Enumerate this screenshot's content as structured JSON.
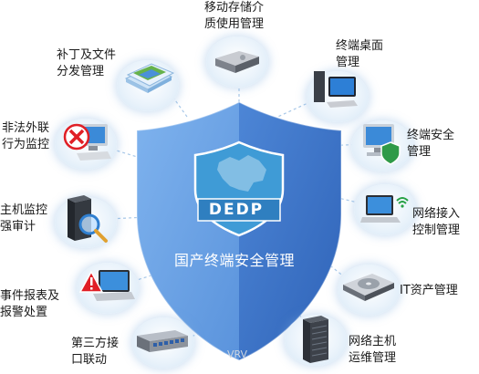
{
  "diagram": {
    "center": {
      "logo_text": "DEDP",
      "title": "国产终端安全管理",
      "watermark": "VRV"
    },
    "nodes": [
      {
        "id": "mobile-storage",
        "icon": "hard-drive-icon",
        "lines": [
          "移动存储介",
          "质使用管理"
        ]
      },
      {
        "id": "terminal-desktop",
        "icon": "desktop-computer-icon",
        "lines": [
          "终端桌面",
          "管理"
        ]
      },
      {
        "id": "terminal-security",
        "icon": "secure-computer-icon",
        "lines": [
          "终端安全",
          "管理"
        ]
      },
      {
        "id": "network-access",
        "icon": "wifi-laptop-icon",
        "lines": [
          "网络接入",
          "控制管理"
        ]
      },
      {
        "id": "it-asset",
        "icon": "disk-platter-icon",
        "lines": [
          "IT资产管理"
        ]
      },
      {
        "id": "network-host",
        "icon": "server-rack-icon",
        "lines": [
          "网络主机",
          "运维管理"
        ]
      },
      {
        "id": "third-party",
        "icon": "network-switch-icon",
        "lines": [
          "第三方接",
          "口联动"
        ]
      },
      {
        "id": "event-alert",
        "icon": "warning-laptop-icon",
        "lines": [
          "事件报表及",
          "报警处置"
        ]
      },
      {
        "id": "host-audit",
        "icon": "magnifier-server-icon",
        "lines": [
          "主机监控",
          "强审计"
        ]
      },
      {
        "id": "illegal-connect",
        "icon": "blocked-computer-icon",
        "lines": [
          "非法外联",
          "行为监控"
        ]
      },
      {
        "id": "patch-dist",
        "icon": "files-icon",
        "lines": [
          "补丁及文件",
          "分发管理"
        ]
      }
    ],
    "colors": {
      "shield_light": "#6aa6e8",
      "shield_dark": "#3a72c8",
      "connector": "#a8c8e8"
    }
  }
}
